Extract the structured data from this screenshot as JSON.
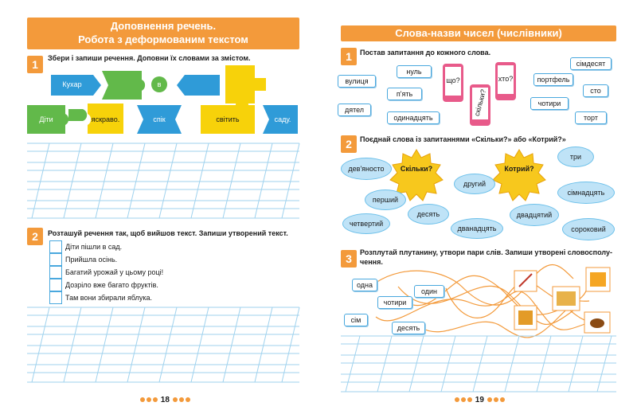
{
  "left_page": {
    "banner_line1": "Доповнення речень.",
    "banner_line2": "Робота з деформованим текстом",
    "task1": {
      "number": "1",
      "text": "Збери і запиши речення. Доповни їх словами за змістом.",
      "pieces": [
        "Кухар",
        "в",
        "Діти",
        "яскраво.",
        "спік",
        "світить",
        "саду."
      ]
    },
    "task2": {
      "number": "2",
      "text": "Розташуй речення так, щоб вийшов текст. Запиши утворений текст.",
      "sentences": [
        "Діти пішли в сад.",
        "Прийшла осінь.",
        "Багатий урожай у цьому році!",
        "Дозріло вже багато фруктів.",
        "Там вони збирали яблука."
      ]
    },
    "page_number": "18"
  },
  "right_page": {
    "banner": "Слова-назви чисел (числівники)",
    "task1": {
      "number": "1",
      "text": "Постав запитання до кожного слова.",
      "phones": [
        "що?",
        "скільки?",
        "хто?"
      ],
      "words": [
        "нуль",
        "сімдесят",
        "вулиця",
        "п'ять",
        "портфель",
        "сто",
        "дятел",
        "чотири",
        "одинадцять",
        "торт"
      ]
    },
    "task2": {
      "number": "2",
      "text": "Поєднай слова із запитаннями «Скільки?» або «Котрий?»",
      "suns": [
        "Скільки?",
        "Котрий?"
      ],
      "clouds": [
        "дев'яносто",
        "три",
        "другий",
        "сімнадцять",
        "перший",
        "десять",
        "двадцятий",
        "четвертий",
        "дванадцять",
        "сороковий"
      ]
    },
    "task3": {
      "number": "3",
      "text_line1": "Розплутай плутанину, утвори пари слів. Запиши утворені словосполу-",
      "text_line2": "чення.",
      "words": [
        "одна",
        "один",
        "чотири",
        "сім",
        "десять"
      ]
    },
    "page_number": "19"
  },
  "colors": {
    "accent": "#f39a3b",
    "green": "#62b94a",
    "blue": "#2f9bd8",
    "yellow": "#f7d20a",
    "lines": "#9fd2ee"
  }
}
